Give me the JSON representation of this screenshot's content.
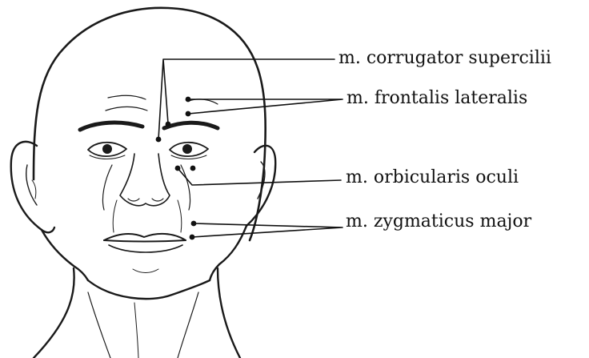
{
  "labels": {
    "corrugator": "m. corrugator supercilii",
    "frontalis": "m. frontalis lateralis",
    "orbicularis": "m. orbicularis oculi",
    "zygomaticus": "m. zygmaticus major"
  },
  "colors": {
    "ink": "#111111",
    "background": "#ffffff"
  }
}
